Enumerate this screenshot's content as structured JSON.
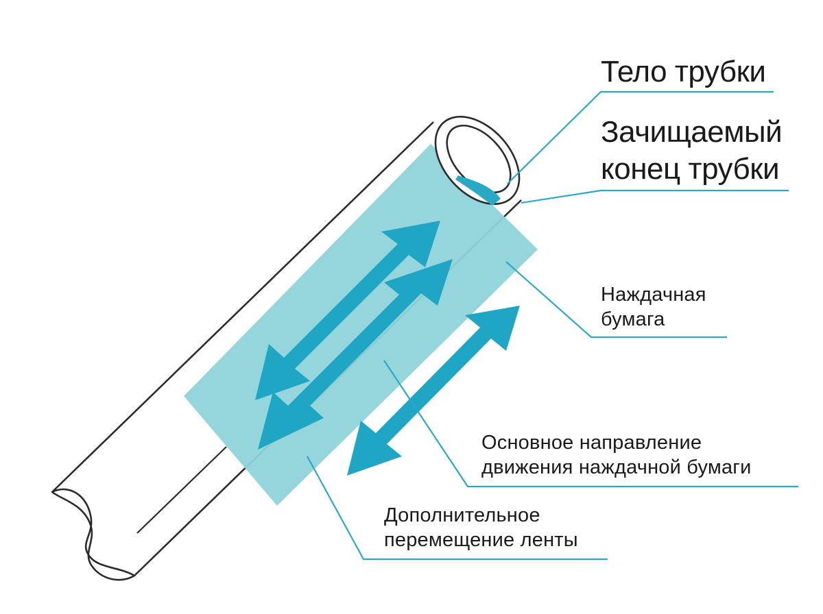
{
  "labels": {
    "tube_body": "Тело трубки",
    "stripped_end": [
      "Зачищаемый",
      "конец трубки"
    ],
    "sandpaper": [
      "Наждачная",
      "бумага"
    ],
    "main_direction": [
      "Основное направление",
      "движения наждачной бумаги"
    ],
    "extra_movement": [
      "Дополнительное",
      "перемещение ленты"
    ]
  },
  "colors": {
    "accent": "#2aa9c7",
    "sandpaper_fill": "#8fd3da",
    "arrow": "#1fa6c5",
    "outline": "#2b2b2b",
    "leader": "#2aa9c7",
    "text": "#1a1a1a"
  }
}
